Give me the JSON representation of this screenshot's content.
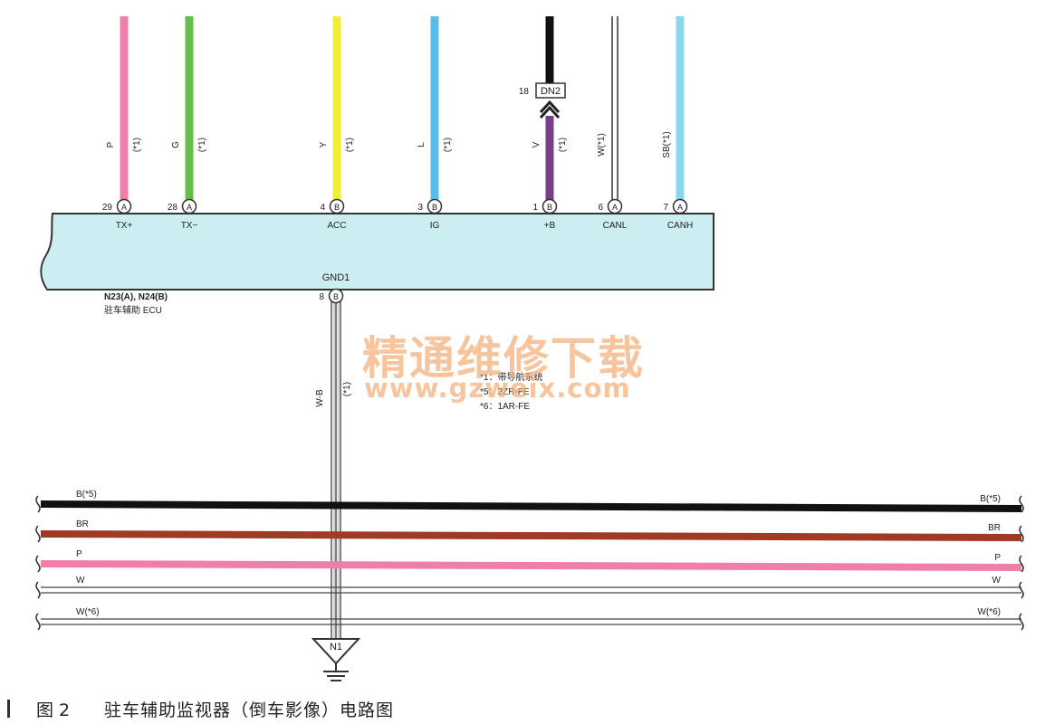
{
  "ecu": {
    "name": "N23(A), N24(B)",
    "subtitle": "驻车辅助 ECU",
    "gnd_label": "GND1",
    "gnd_pin": "8",
    "gnd_conn": "B",
    "gnd_wire": "W-B",
    "gnd_note": "(*1)"
  },
  "pins": [
    {
      "pin": "29",
      "conn": "A",
      "label": "TX+",
      "wire": "P",
      "note": "(*1)",
      "color": "#ef7eaa"
    },
    {
      "pin": "28",
      "conn": "A",
      "label": "TX−",
      "wire": "G",
      "note": "(*1)",
      "color": "#62c04a"
    },
    {
      "pin": "4",
      "conn": "B",
      "label": "ACC",
      "wire": "Y",
      "note": "(*1)",
      "color": "#f3ee33"
    },
    {
      "pin": "3",
      "conn": "B",
      "label": "IG",
      "wire": "L",
      "note": "(*1)",
      "color": "#5cbce8"
    },
    {
      "pin": "1",
      "conn": "B",
      "label": "+B",
      "wire": "V",
      "note": "(*1)",
      "color": "#7a3d86"
    },
    {
      "pin": "6",
      "conn": "A",
      "label": "CANL",
      "wire": "W(*1)",
      "note": "",
      "color": "#ffffff"
    },
    {
      "pin": "7",
      "conn": "A",
      "label": "CANH",
      "wire": "SB(*1)",
      "note": "",
      "color": "#8ad8ef"
    }
  ],
  "splice": {
    "pin": "18",
    "label": "DN2"
  },
  "notes": [
    "*1：带导航系统",
    "*5：2ZR-FE",
    "*6：1AR-FE"
  ],
  "watermark": {
    "cn": "精通维修下载",
    "url": "www.gzweix.com"
  },
  "bus": [
    {
      "left": "B(*5)",
      "right": "B(*5)",
      "color": "#111111"
    },
    {
      "left": "BR",
      "right": "BR",
      "color": "#a03a22"
    },
    {
      "left": "P",
      "right": "P",
      "color": "#ef7eaa"
    },
    {
      "left": "W",
      "right": "W",
      "color": "#ffffff"
    },
    {
      "left": "W(*6)",
      "right": "W(*6)",
      "color": "#ffffff"
    }
  ],
  "ground": {
    "label": "N1"
  },
  "caption": {
    "number": "图 2",
    "text": "驻车辅助监视器（倒车影像）电路图"
  }
}
